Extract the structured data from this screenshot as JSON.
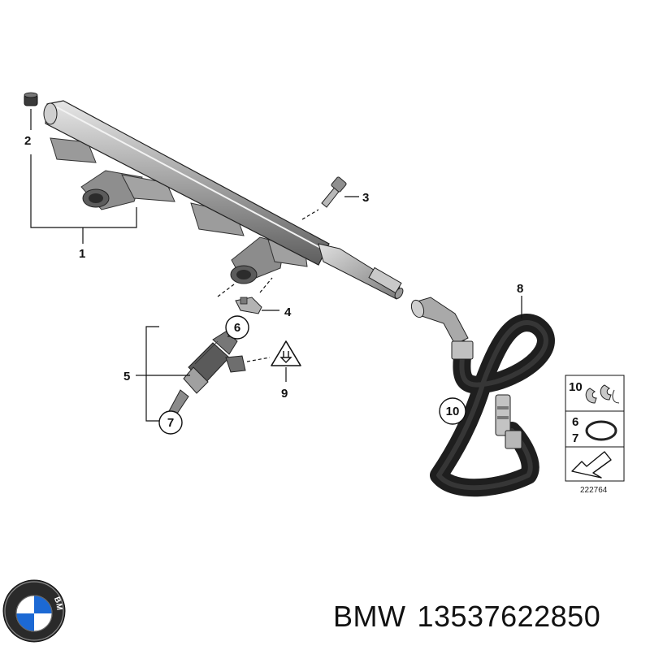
{
  "callouts": {
    "c1": "1",
    "c2": "2",
    "c3": "3",
    "c4": "4",
    "c5": "5",
    "c6": "6",
    "c7": "7",
    "c8": "8",
    "c9": "9",
    "c10": "10"
  },
  "legend": {
    "row1": "10",
    "row2a": "6",
    "row2b": "7"
  },
  "diagram_number": "222764",
  "footer": {
    "brand": "BMW",
    "part_number": "13537622850"
  },
  "logo": {
    "letters": "BMW",
    "colors": {
      "blue": "#1c69d4",
      "white": "#ffffff",
      "ring": "#1a1a1a"
    }
  },
  "colors": {
    "part_light": "#d9d9d9",
    "part_mid": "#a8a8a8",
    "part_dark": "#6f6f6f",
    "hose": "#2a2a2a",
    "line": "#111111"
  }
}
